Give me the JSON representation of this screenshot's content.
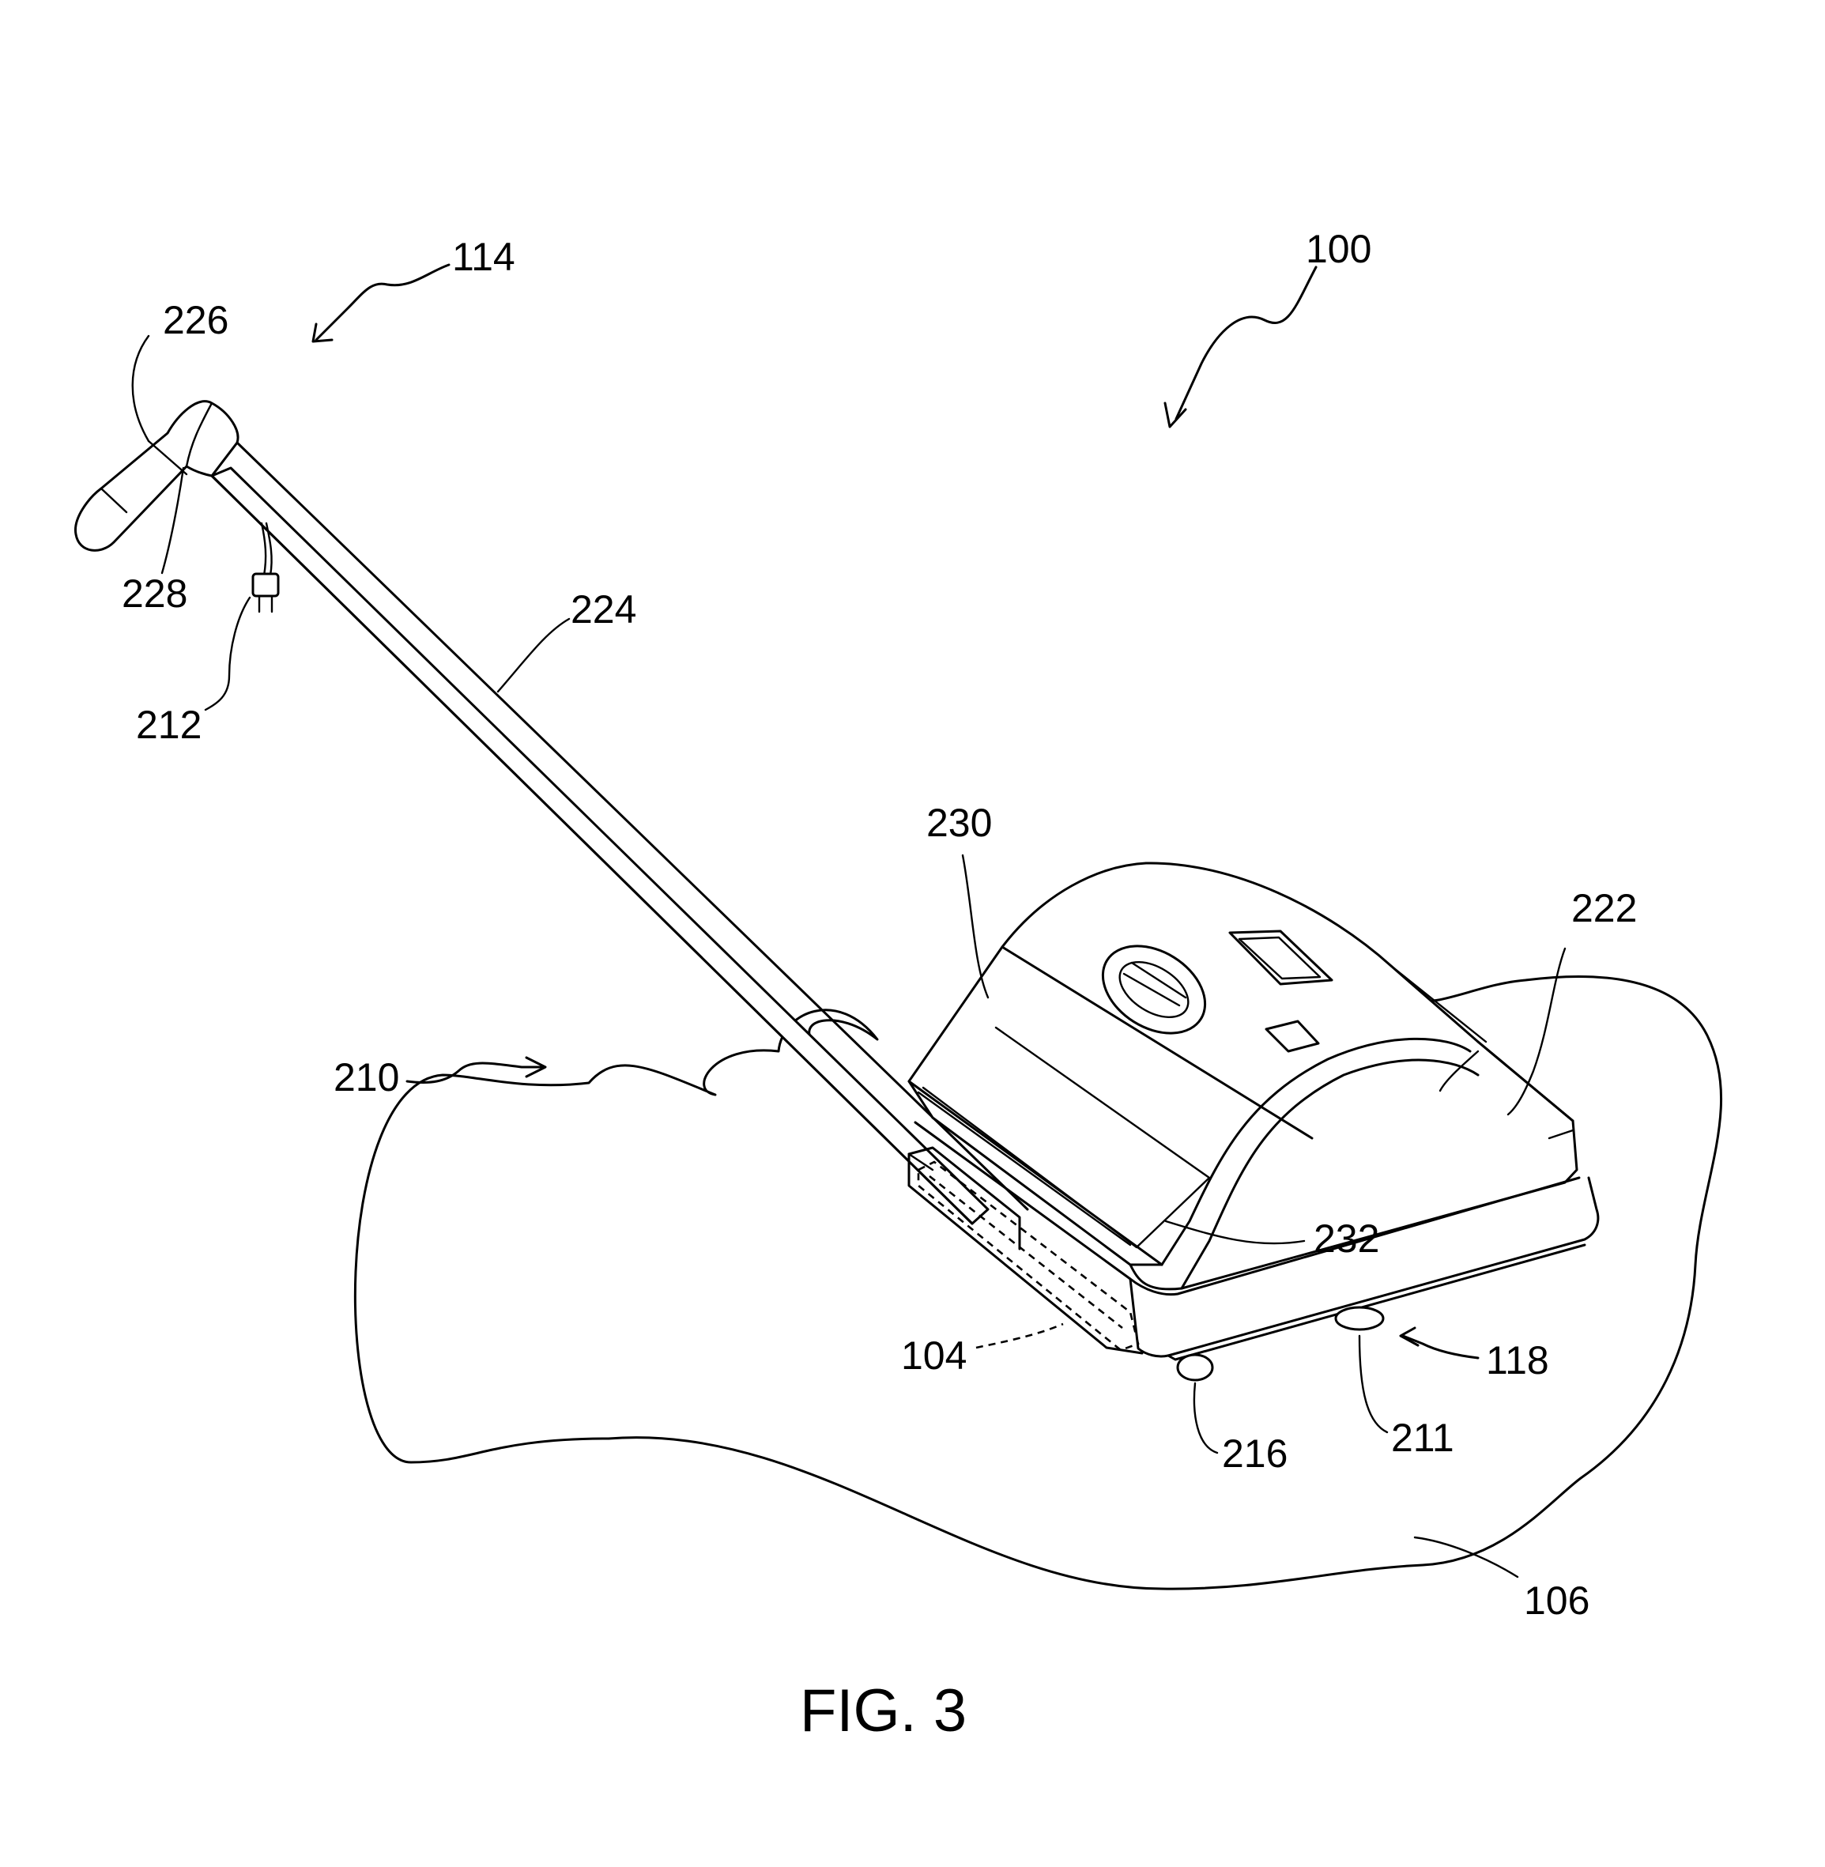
{
  "figure": {
    "caption": "FIG. 3",
    "reference_labels": {
      "l100": "100",
      "l114": "114",
      "l226": "226",
      "l228": "228",
      "l212": "212",
      "l224": "224",
      "l230": "230",
      "l222": "222",
      "l210": "210",
      "l232": "232",
      "l104": "104",
      "l118": "118",
      "l211": "211",
      "l216": "216",
      "l106": "106"
    }
  }
}
